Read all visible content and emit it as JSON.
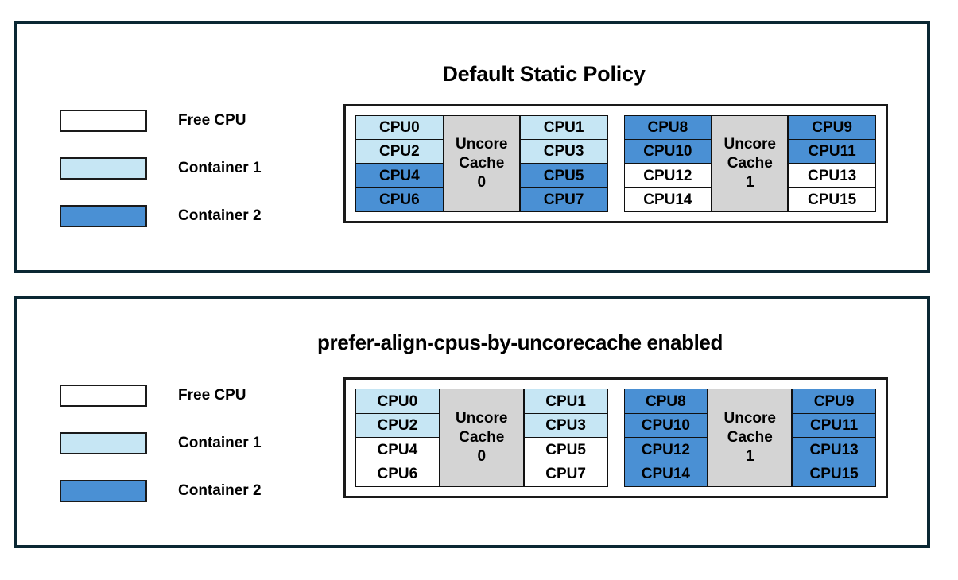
{
  "colors": {
    "free": "#ffffff",
    "container1": "#c6e6f4",
    "container2": "#4a90d4",
    "cache": "#d4d4d4",
    "panel_border": "#0a2733",
    "cell_border": "#101010"
  },
  "panels": [
    {
      "id": "default-static-policy",
      "title": "Default Static Policy",
      "legend": [
        {
          "label": "Free CPU",
          "fill": "free"
        },
        {
          "label": "Container 1",
          "fill": "container1"
        },
        {
          "label": "Container 2",
          "fill": "container2"
        }
      ],
      "groups": [
        {
          "cache_label_line1": "Uncore",
          "cache_label_line2": "Cache",
          "cache_index": "0",
          "left_column": [
            {
              "label": "CPU0",
              "fill": "container1"
            },
            {
              "label": "CPU2",
              "fill": "container1"
            },
            {
              "label": "CPU4",
              "fill": "container2"
            },
            {
              "label": "CPU6",
              "fill": "container2"
            }
          ],
          "right_column": [
            {
              "label": "CPU1",
              "fill": "container1"
            },
            {
              "label": "CPU3",
              "fill": "container1"
            },
            {
              "label": "CPU5",
              "fill": "container2"
            },
            {
              "label": "CPU7",
              "fill": "container2"
            }
          ]
        },
        {
          "cache_label_line1": "Uncore",
          "cache_label_line2": "Cache",
          "cache_index": "1",
          "left_column": [
            {
              "label": "CPU8",
              "fill": "container2"
            },
            {
              "label": "CPU10",
              "fill": "container2"
            },
            {
              "label": "CPU12",
              "fill": "free"
            },
            {
              "label": "CPU14",
              "fill": "free"
            }
          ],
          "right_column": [
            {
              "label": "CPU9",
              "fill": "container2"
            },
            {
              "label": "CPU11",
              "fill": "container2"
            },
            {
              "label": "CPU13",
              "fill": "free"
            },
            {
              "label": "CPU15",
              "fill": "free"
            }
          ]
        }
      ]
    },
    {
      "id": "prefer-align-cpus-by-uncorecache",
      "title": "prefer-align-cpus-by-uncorecache enabled",
      "legend": [
        {
          "label": "Free CPU",
          "fill": "free"
        },
        {
          "label": "Container 1",
          "fill": "container1"
        },
        {
          "label": "Container 2",
          "fill": "container2"
        }
      ],
      "groups": [
        {
          "cache_label_line1": "Uncore",
          "cache_label_line2": "Cache",
          "cache_index": "0",
          "left_column": [
            {
              "label": "CPU0",
              "fill": "container1"
            },
            {
              "label": "CPU2",
              "fill": "container1"
            },
            {
              "label": "CPU4",
              "fill": "free"
            },
            {
              "label": "CPU6",
              "fill": "free"
            }
          ],
          "right_column": [
            {
              "label": "CPU1",
              "fill": "container1"
            },
            {
              "label": "CPU3",
              "fill": "container1"
            },
            {
              "label": "CPU5",
              "fill": "free"
            },
            {
              "label": "CPU7",
              "fill": "free"
            }
          ]
        },
        {
          "cache_label_line1": "Uncore",
          "cache_label_line2": "Cache",
          "cache_index": "1",
          "left_column": [
            {
              "label": "CPU8",
              "fill": "container2"
            },
            {
              "label": "CPU10",
              "fill": "container2"
            },
            {
              "label": "CPU12",
              "fill": "container2"
            },
            {
              "label": "CPU14",
              "fill": "container2"
            }
          ],
          "right_column": [
            {
              "label": "CPU9",
              "fill": "container2"
            },
            {
              "label": "CPU11",
              "fill": "container2"
            },
            {
              "label": "CPU13",
              "fill": "container2"
            },
            {
              "label": "CPU15",
              "fill": "container2"
            }
          ]
        }
      ]
    }
  ]
}
